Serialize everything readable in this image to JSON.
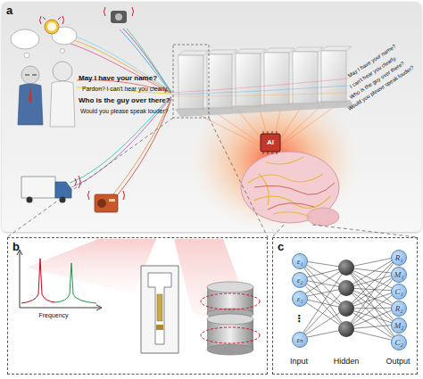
{
  "diagram": {
    "nodes": [
      {
        "text": [
          "a"
        ]
      },
      {
        "text": [
          "b"
        ]
      },
      {
        "text": [
          "c"
        ]
      },
      {
        "text": [
          "ε₁"
        ],
        "in": 2
      },
      {
        "text": [
          "ε₂"
        ],
        "in": 2
      },
      {
        "text": [
          "ε₃"
        ],
        "in": 2
      },
      {
        "text": [
          "εₙ"
        ],
        "in": 2
      },
      {
        "text": [
          "R₁"
        ],
        "in": 2
      },
      {
        "text": [
          "M₁"
        ],
        "in": 2
      },
      {
        "text": [
          "C₁"
        ],
        "in": 2
      },
      {
        "text": [
          "R₂"
        ],
        "in": 2
      },
      {
        "text": [
          "M₂"
        ],
        "in": 2
      },
      {
        "text": [
          "C₂"
        ],
        "in": 2
      }
    ],
    "labels": [
      "May I have your name?",
      "Pardon? I can't hear you clearly.",
      "Who is the guy over there?",
      "Would you please speak louder?",
      "May I have your name?",
      "I can't hear you clearly.",
      "Who is the guy over there?",
      "Would you please speak louder?",
      "AI",
      "Frequency",
      "⋮",
      "Input",
      "Hidden",
      "Output"
    ]
  }
}
